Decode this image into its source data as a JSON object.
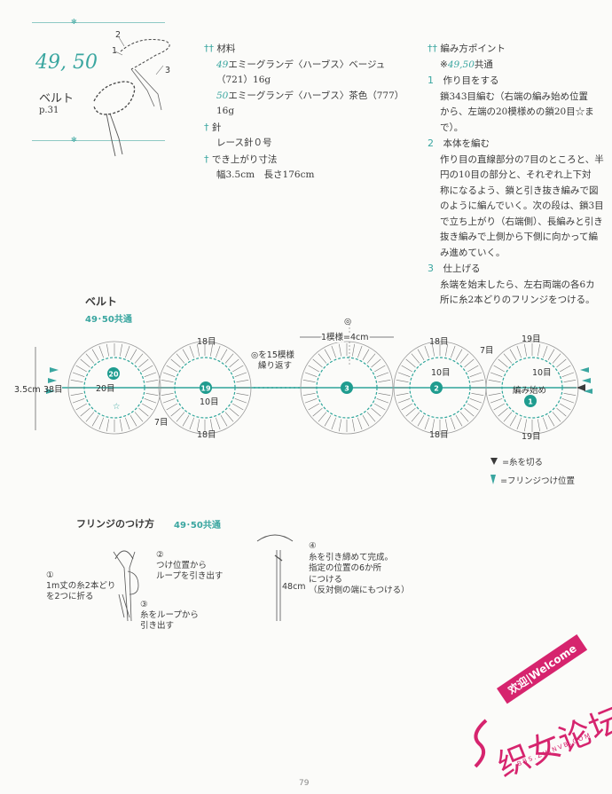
{
  "project": {
    "numbers": "49, 50",
    "title": "ベルト",
    "page_ref": "p.31",
    "photo_callouts": [
      "2",
      "1",
      "3"
    ]
  },
  "materials": {
    "materials_head": "材料",
    "yarn1_num": "49",
    "yarn1_text": "エミーグランデ〈ハーブス〉ベージュ（721）16g",
    "yarn2_num": "50",
    "yarn2_text": "エミーグランデ〈ハーブス〉茶色（777）16g",
    "needle_head": "針",
    "needle_text": "レース針０号",
    "size_head": "でき上がり寸法",
    "size_text": "幅3.5cm　長さ176cm"
  },
  "points": {
    "head": "編み方ポイント",
    "note_prefix": "※",
    "note_num": "49,50",
    "note_suffix": "共通",
    "steps": [
      {
        "num": "1",
        "title": "作り目をする",
        "lines": [
          "鎖343目編む（右端の編み始め位置",
          "から、左端の20模様めの鎖20目☆ま",
          "で）。"
        ]
      },
      {
        "num": "2",
        "title": "本体を編む",
        "lines": [
          "作り目の直線部分の7目のところと、半",
          "円の10目の部分と、それぞれ上下対",
          "称になるよう、鎖と引き抜き編みで図",
          "のように編んでいく。次の段は、鎖3目",
          "で立ち上がり（右端側）、長編みと引き",
          "抜き編みで上側から下側に向かって編",
          "み進めていく。"
        ]
      },
      {
        "num": "3",
        "title": "仕上げる",
        "lines": [
          "糸端を始末したら、左右両端の各6カ",
          "所に糸2本どりのフリンジをつける。"
        ]
      }
    ]
  },
  "belt_chart": {
    "title": "ベルト",
    "subtitle": "49･50共通",
    "height_label": "3.5cm",
    "count_38": "38目",
    "count_18": "18目",
    "count_19": "19目",
    "count_10": "10目",
    "count_20": "20目",
    "count_7": "7目",
    "motif_nums": [
      "20",
      "19",
      "3",
      "2",
      "1"
    ],
    "repeat_note": [
      "◎を15模様",
      "繰り返す"
    ],
    "one_pattern": "1模様=4cm",
    "start_label": "編み始め",
    "star_mark": "☆",
    "ring_mark": "◎"
  },
  "legend": {
    "cut": "=糸を切る",
    "fringe": "=フリンジつけ位置"
  },
  "fringe": {
    "title": "フリンジのつけ方",
    "subtitle": "49･50共通",
    "step1": [
      "①",
      "1m丈の糸2本どり",
      "を2つに折る"
    ],
    "step2": [
      "②",
      "つけ位置から",
      "ループを引き出す"
    ],
    "step3": [
      "③",
      "糸をループから",
      "引き出す"
    ],
    "step4": [
      "④",
      "糸を引き締めて完成。",
      "指定の位置の6か所",
      "につける",
      "（反対側の端にもつける）"
    ],
    "length": "48cm"
  },
  "watermark": {
    "banner": "欢迎|Welcome",
    "main": "织女论坛",
    "url": "BBS.ZHINVB.COM"
  },
  "footer": {
    "page_num": "79"
  }
}
